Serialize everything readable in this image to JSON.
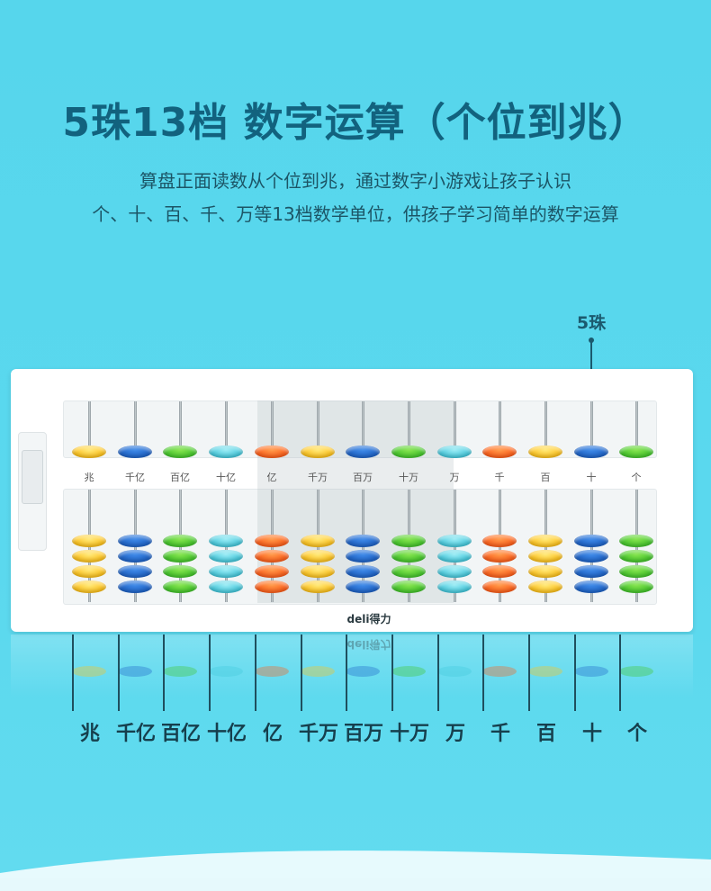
{
  "title": "5珠13档 数字运算（个位到兆）",
  "description": {
    "line1": "算盘正面读数从个位到兆，通过数字小游戏让孩子认识",
    "line2": "个、十、百、千、万等13档数学单位，供孩子学习简单的数字运算"
  },
  "callout": "5珠",
  "brand": "deli得力",
  "columns": [
    {
      "label": "兆",
      "color": "#ffc21a",
      "hi": "#ffe97a"
    },
    {
      "label": "千亿",
      "color": "#1f64c9",
      "hi": "#3f8ae8"
    },
    {
      "label": "百亿",
      "color": "#43c62c",
      "hi": "#86e44e"
    },
    {
      "label": "十亿",
      "color": "#43c9dd",
      "hi": "#9cecf5"
    },
    {
      "label": "亿",
      "color": "#ff5e1a",
      "hi": "#ff9a4a"
    },
    {
      "label": "千万",
      "color": "#ffc21a",
      "hi": "#ffe97a"
    },
    {
      "label": "百万",
      "color": "#1f64c9",
      "hi": "#3f8ae8"
    },
    {
      "label": "十万",
      "color": "#43c62c",
      "hi": "#86e44e"
    },
    {
      "label": "万",
      "color": "#43c9dd",
      "hi": "#9cecf5"
    },
    {
      "label": "千",
      "color": "#ff5e1a",
      "hi": "#ff9a4a"
    },
    {
      "label": "百",
      "color": "#ffc21a",
      "hi": "#ffe97a"
    },
    {
      "label": "十",
      "color": "#1f64c9",
      "hi": "#3f8ae8"
    },
    {
      "label": "个",
      "color": "#43c62c",
      "hi": "#86e44e"
    }
  ]
}
